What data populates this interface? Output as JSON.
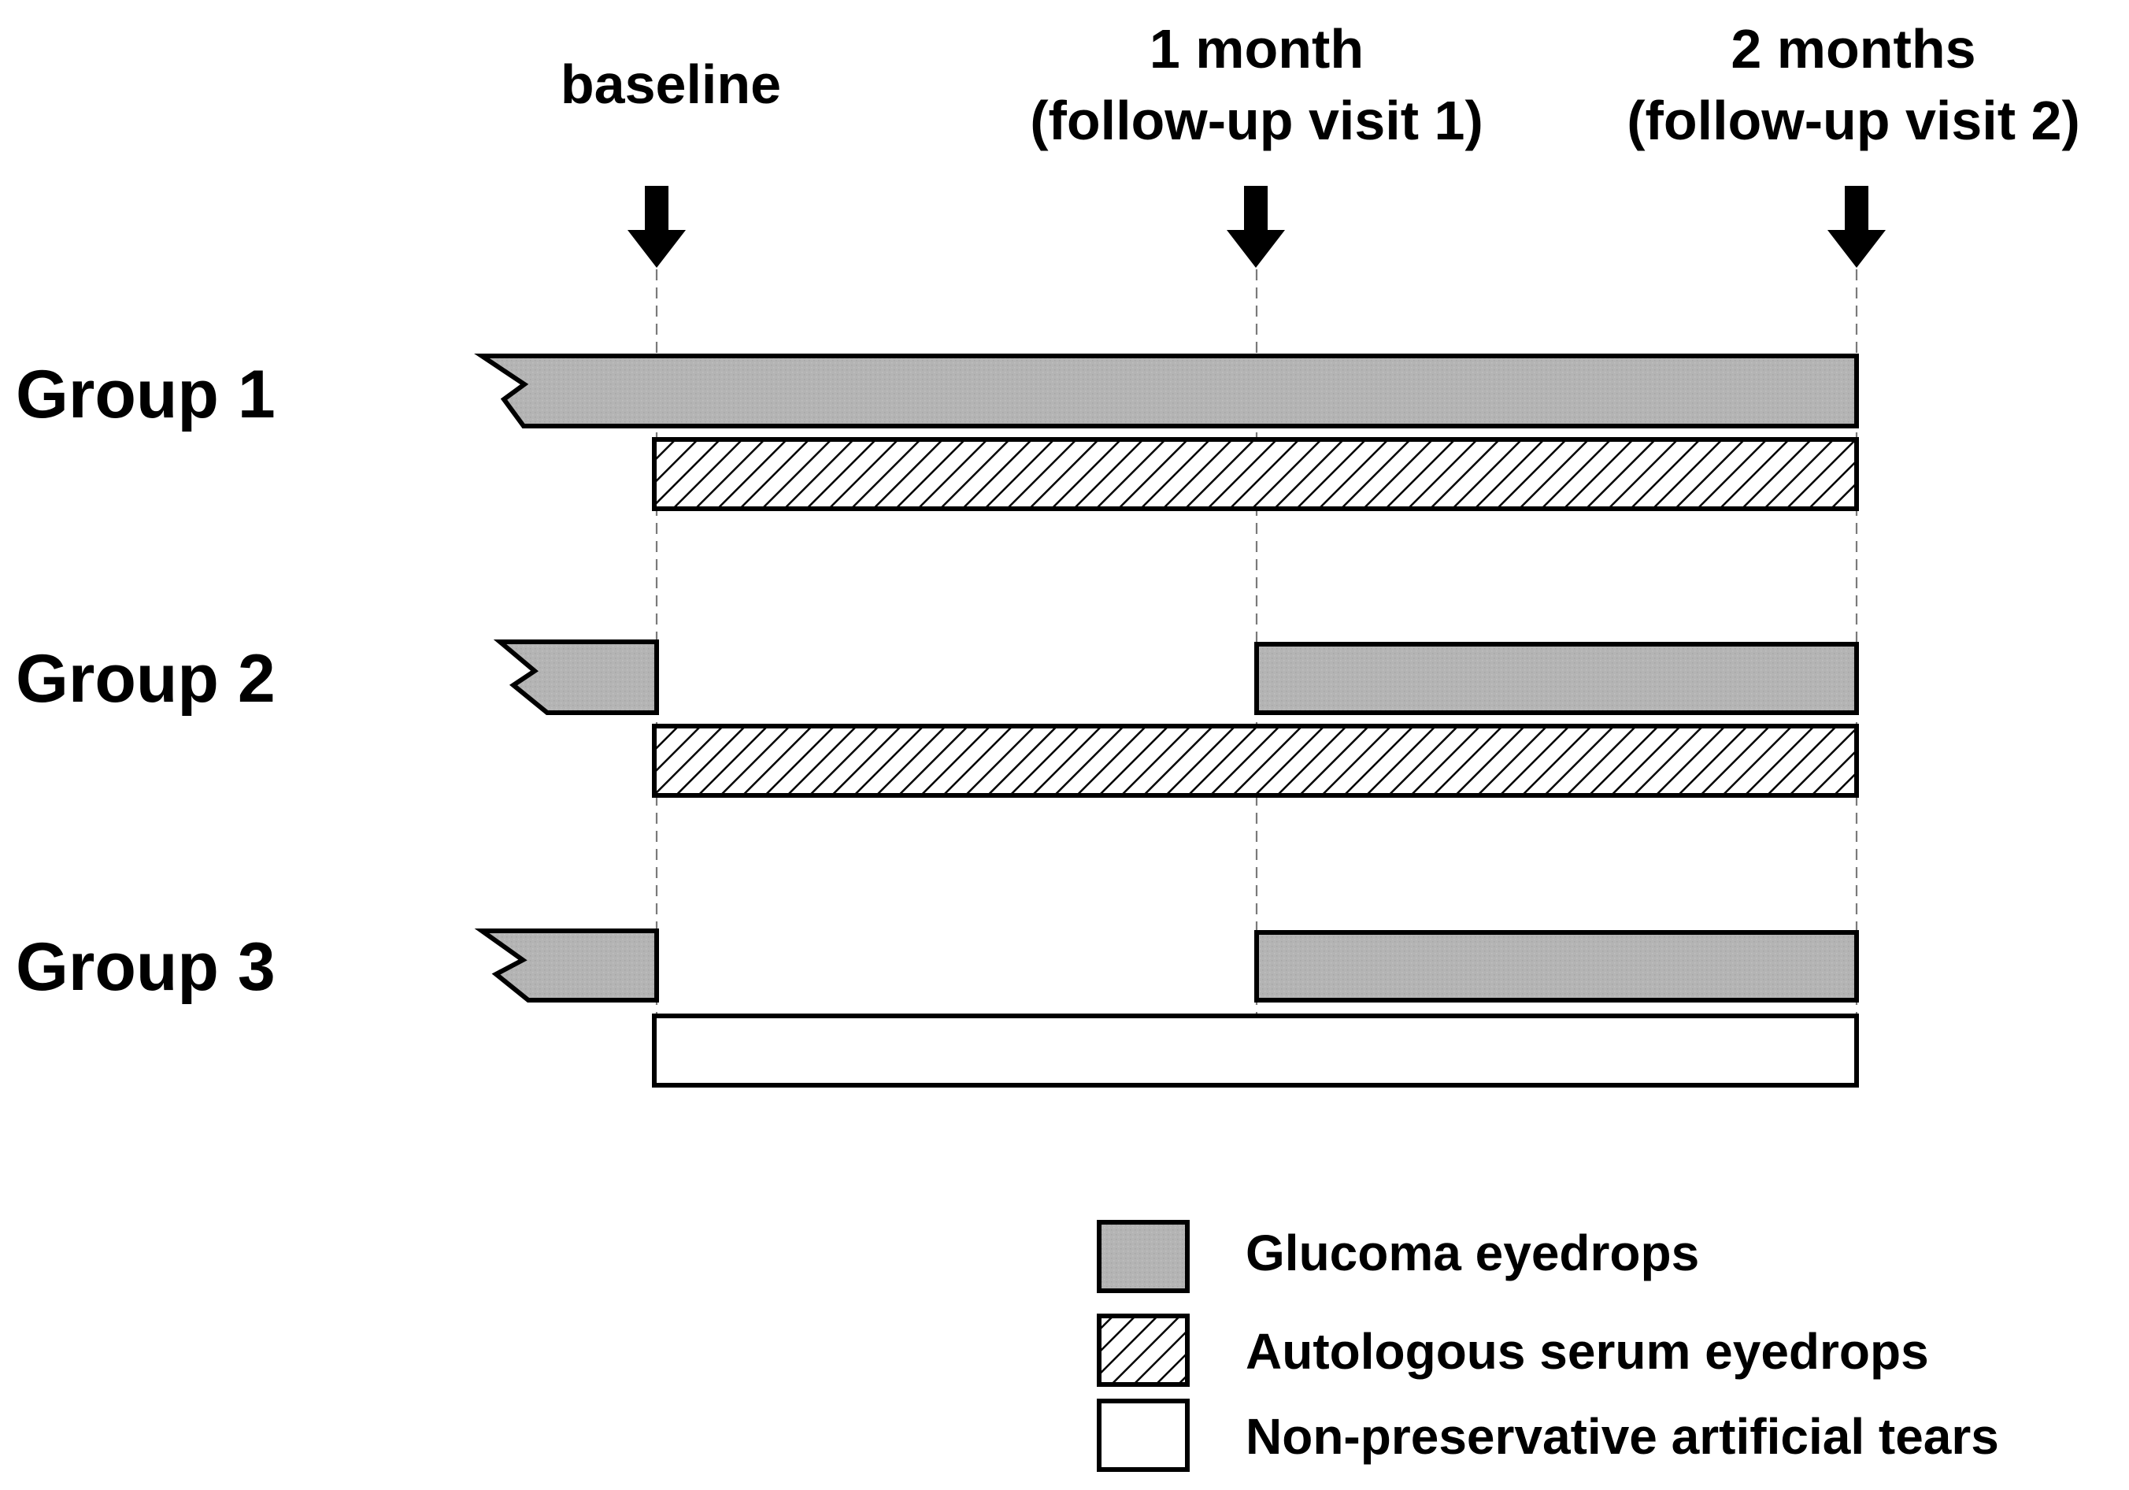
{
  "timepoints": [
    {
      "id": "baseline",
      "lines": [
        "baseline"
      ]
    },
    {
      "id": "month1",
      "lines": [
        "1 month",
        "(follow-up visit 1)"
      ]
    },
    {
      "id": "month2",
      "lines": [
        "2 months",
        "(follow-up visit 2)"
      ]
    }
  ],
  "groups": [
    {
      "label": "Group 1",
      "bars": [
        {
          "type": "glaucoma",
          "from": "before",
          "to": "month2"
        },
        {
          "type": "serum",
          "from": "baseline",
          "to": "month2"
        }
      ]
    },
    {
      "label": "Group 2",
      "bars": [
        {
          "type": "glaucoma",
          "from": "before",
          "to": "baseline"
        },
        {
          "type": "glaucoma",
          "from": "month1",
          "to": "month2"
        },
        {
          "type": "serum",
          "from": "baseline",
          "to": "month2"
        }
      ]
    },
    {
      "label": "Group 3",
      "bars": [
        {
          "type": "glaucoma",
          "from": "before",
          "to": "baseline"
        },
        {
          "type": "glaucoma",
          "from": "month1",
          "to": "month2"
        },
        {
          "type": "tears",
          "from": "baseline",
          "to": "month2"
        }
      ]
    }
  ],
  "legend": [
    {
      "type": "glaucoma",
      "label": "Glucoma eyedrops"
    },
    {
      "type": "serum",
      "label": "Autologous serum eyedrops"
    },
    {
      "type": "tears",
      "label": "Non-preservative artificial tears"
    }
  ],
  "colors": {
    "glaucoma": "#b4b4b4",
    "serum_hatch": "#000000",
    "tears": "#ffffff",
    "outline": "#000000",
    "guide": "#7a7a7a"
  }
}
